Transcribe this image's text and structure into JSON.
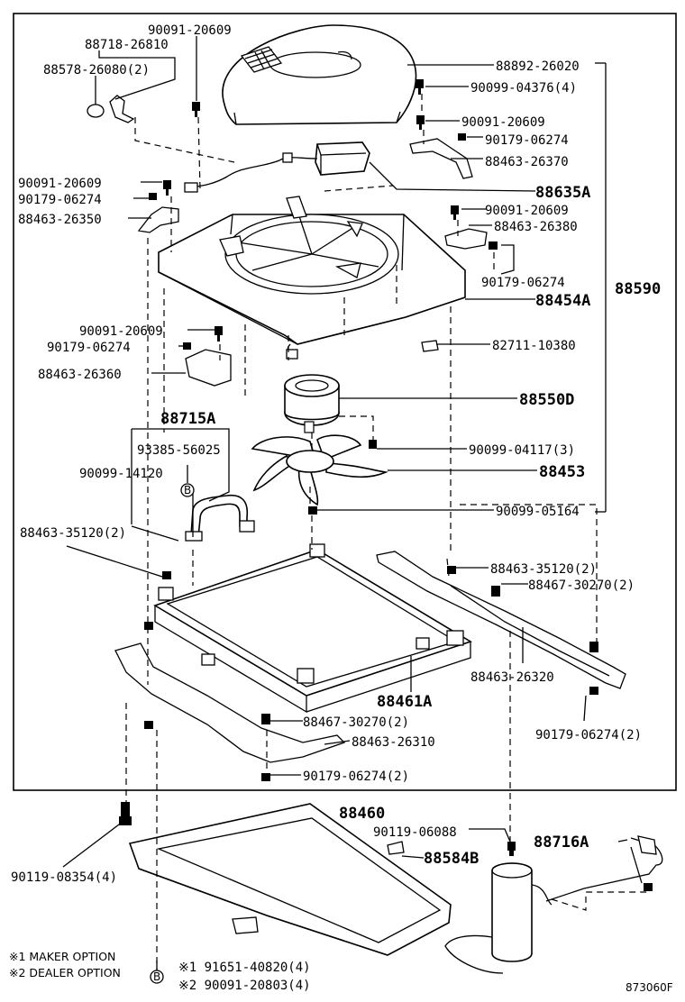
{
  "title_ref": "88460",
  "assembly_ref": "88590",
  "drawing_code": "873060F",
  "notes": {
    "maker_option": "※1 MAKER OPTION",
    "dealer_option": "※2 DEALER OPTION"
  },
  "footnote_refs": {
    "marker_letter": "B",
    "opt1": "※1 91651-40820(4)",
    "opt2": "※2 90091-20803(4)"
  },
  "callouts": {
    "c01": "90091-20609",
    "c02": "88718-26810",
    "c03": "88578-26080(2)",
    "c04": "88892-26020",
    "c05": "90099-04376(4)",
    "c06": "90091-20609",
    "c07": "90179-06274",
    "c08": "88463-26370",
    "c09": "88635A",
    "c10": "90091-20609",
    "c11": "90179-06274",
    "c12": "88463-26350",
    "c13": "90091-20609",
    "c14": "88463-26380",
    "c15": "90179-06274",
    "c16": "88454A",
    "c17": "88590",
    "c18": "90091-20609",
    "c19": "90179-06274",
    "c20": "82711-10380",
    "c21": "88463-26360",
    "c22": "88550D",
    "c23": "88715A",
    "c24": "93385-56025",
    "c25": "90099-04117(3)",
    "c26": "90099-14120",
    "c27": "88453",
    "c28": "90099-05164",
    "c29": "88463-35120(2)",
    "c30": "88463-35120(2)",
    "c31": "88467-30270(2)",
    "c32": "88463-26320",
    "c33": "88461A",
    "c34": "88467-30270(2)",
    "c35": "90179-06274(2)",
    "c36": "88463-26310",
    "c37": "90179-06274(2)",
    "c38": "88460",
    "c39": "90119-06088",
    "c40": "88716A",
    "c41": "90119-08354(4)",
    "c42": "88584B"
  }
}
